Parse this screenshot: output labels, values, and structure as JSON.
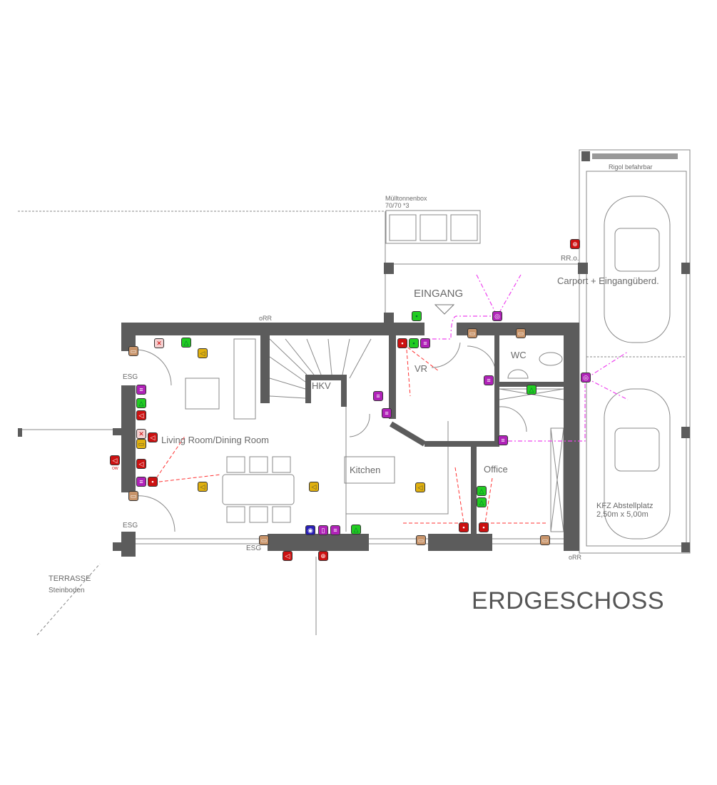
{
  "title": "ERDGESCHOSS",
  "labels": {
    "bin_box": "Mülltonnenbox",
    "bin_box_dim": "70/70 *3",
    "rigol": "Rigol befahrbar",
    "rr_o": "RR.o.",
    "carport": "Carport + Eingangüberd.",
    "entrance": "EINGANG",
    "orr_top": "oRR",
    "orr_bottom": "oRR",
    "esg_1": "ESG",
    "esg_2": "ESG",
    "esg_3": "ESG",
    "hkv": "HKV",
    "living": "Living Room/Dining Room",
    "kitchen": "Kitchen",
    "vr": "VR",
    "wc": "WC",
    "office": "Office",
    "parking": "KFZ Abstellplatz",
    "parking_dim": "2,50m x 5,00m",
    "terrace": "TERRASSE",
    "terrace_floor": "Steinboden",
    "ow": "OW"
  },
  "colors": {
    "wall": "#5c5c5c",
    "red": "#cc1111",
    "green": "#22cc22",
    "purple": "#b022b8",
    "yellow": "#e0b010",
    "brown": "#c8946a",
    "blue": "#2a20b8",
    "cable": "#ff3333",
    "network": "#ee44ee"
  },
  "icons": [
    "smoke-detector-icon",
    "speaker-icon",
    "socket-icon",
    "camera-icon",
    "network-outlet-icon",
    "shutter-motor-icon",
    "light-triangle-icon"
  ]
}
